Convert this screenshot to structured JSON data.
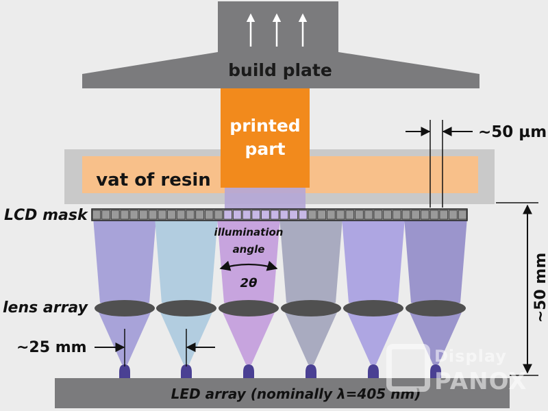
{
  "labels": {
    "build_plate": "build plate",
    "printed_part": [
      "printed",
      "part"
    ],
    "vat_of_resin": "vat of resin",
    "lcd_mask": "LCD mask",
    "illumination_angle": [
      "illumination",
      "angle"
    ],
    "two_theta": "2θ",
    "lens_array": "lens array",
    "led_array": "LED array (nominally λ=405 nm)",
    "pixel_pitch": "~50 µm",
    "led_pitch": "~25 mm",
    "stack_height": "~50 mm",
    "watermark": "Display PANOX"
  },
  "colors": {
    "plate": "#7b7b7d",
    "plate_text": "#1a1a1a",
    "part": "#f28a1c",
    "resin": "#f8c08a",
    "vat": "#c9c9c9",
    "mask": "#8c8c8c",
    "lens": "#505050",
    "led": "#4a4093",
    "cones": [
      "#a8a3d9",
      "#b2cde0",
      "#c7a4de",
      "#a9abc0",
      "#aea6e2",
      "#9b95cc"
    ]
  }
}
